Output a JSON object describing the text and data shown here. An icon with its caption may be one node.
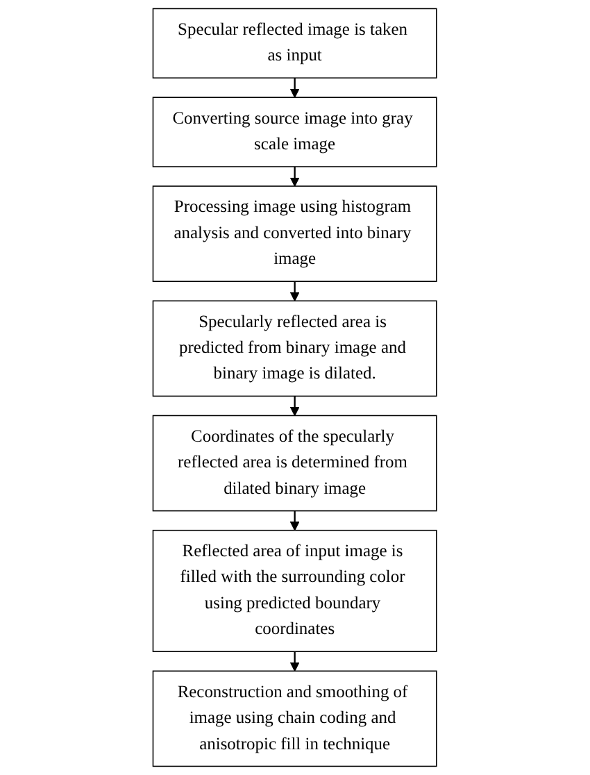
{
  "diagram": {
    "nodes": [
      {
        "text": [
          "Specular reflected image is taken as input"
        ]
      },
      {
        "text": [
          "Converting source image into gray scale image"
        ]
      },
      {
        "text": [
          "Processing image using histogram analysis and converted into binary image"
        ]
      },
      {
        "text": [
          "Specularly reflected area is predicted from binary image and binary image is dilated."
        ]
      },
      {
        "text": [
          "Coordinates of the specularly reflected area is determined from dilated binary image"
        ]
      },
      {
        "text": [
          "Reflected area of input image is filled with the surrounding color using predicted boundary coordinates"
        ]
      },
      {
        "text": [
          "Reconstruction and smoothing of image using chain coding and anisotropic fill in technique"
        ]
      }
    ],
    "edges": [
      {
        "from": 0,
        "to": 1,
        "arrow": "to"
      },
      {
        "from": 1,
        "to": 2,
        "arrow": "to"
      },
      {
        "from": 2,
        "to": 3,
        "arrow": "to"
      },
      {
        "from": 3,
        "to": 4,
        "arrow": "to"
      },
      {
        "from": 4,
        "to": 5,
        "arrow": "to"
      },
      {
        "from": 5,
        "to": 6,
        "arrow": "to"
      }
    ]
  }
}
